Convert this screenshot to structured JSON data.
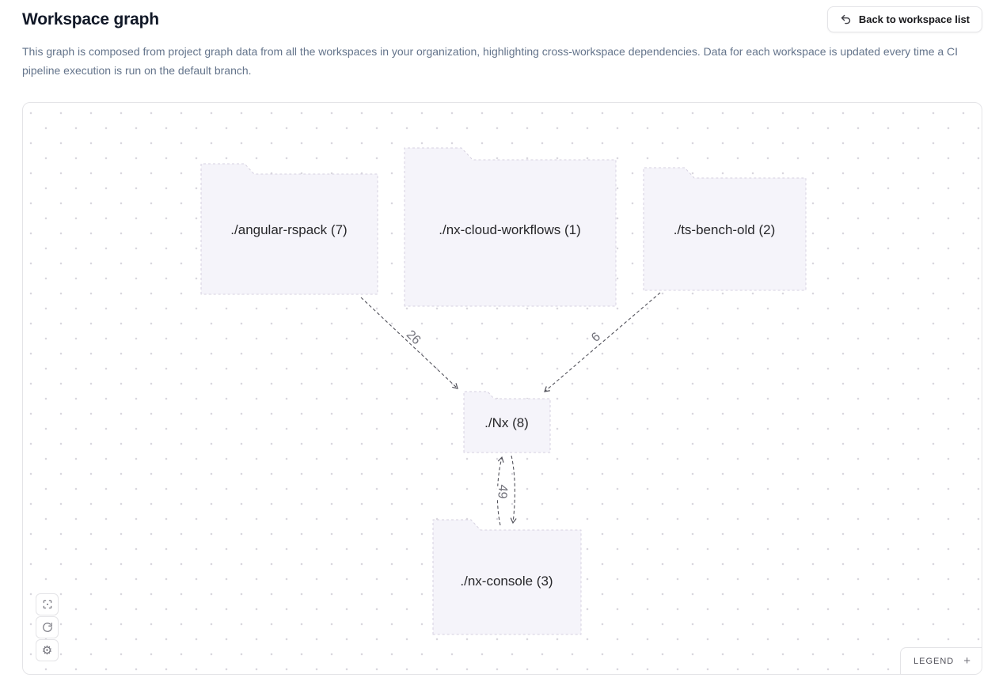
{
  "header": {
    "title": "Workspace graph",
    "back_button_label": "Back to workspace list",
    "description": "This graph is composed from project graph data from all the workspaces in your organization, highlighting cross-workspace dependencies. Data for each workspace is updated every time a CI pipeline execution is run on the default branch."
  },
  "graph": {
    "nodes": [
      {
        "id": "angular-rspack",
        "label": "./angular-rspack (7)"
      },
      {
        "id": "nx-cloud-workflows",
        "label": "./nx-cloud-workflows (1)"
      },
      {
        "id": "ts-bench-old",
        "label": "./ts-bench-old (2)"
      },
      {
        "id": "nx",
        "label": "./Nx (8)"
      },
      {
        "id": "nx-console",
        "label": "./nx-console (3)"
      }
    ],
    "edges": [
      {
        "from": "angular-rspack",
        "to": "nx",
        "label": "26"
      },
      {
        "from": "ts-bench-old",
        "to": "nx",
        "label": "6"
      },
      {
        "from": "nx",
        "to": "nx-console",
        "label": "49",
        "bidirectional": true
      }
    ],
    "legend": {
      "label": "LEGEND",
      "expand_glyph": "+"
    }
  },
  "icons": {
    "gear": "⚙"
  },
  "colors": {
    "node_fill": "#f5f4fa",
    "node_border": "#d6d1e0",
    "edge": "#52525b",
    "edge_label": "#71717a",
    "canvas_border": "#e4e4e7",
    "dot_grid": "#d9d7de"
  }
}
